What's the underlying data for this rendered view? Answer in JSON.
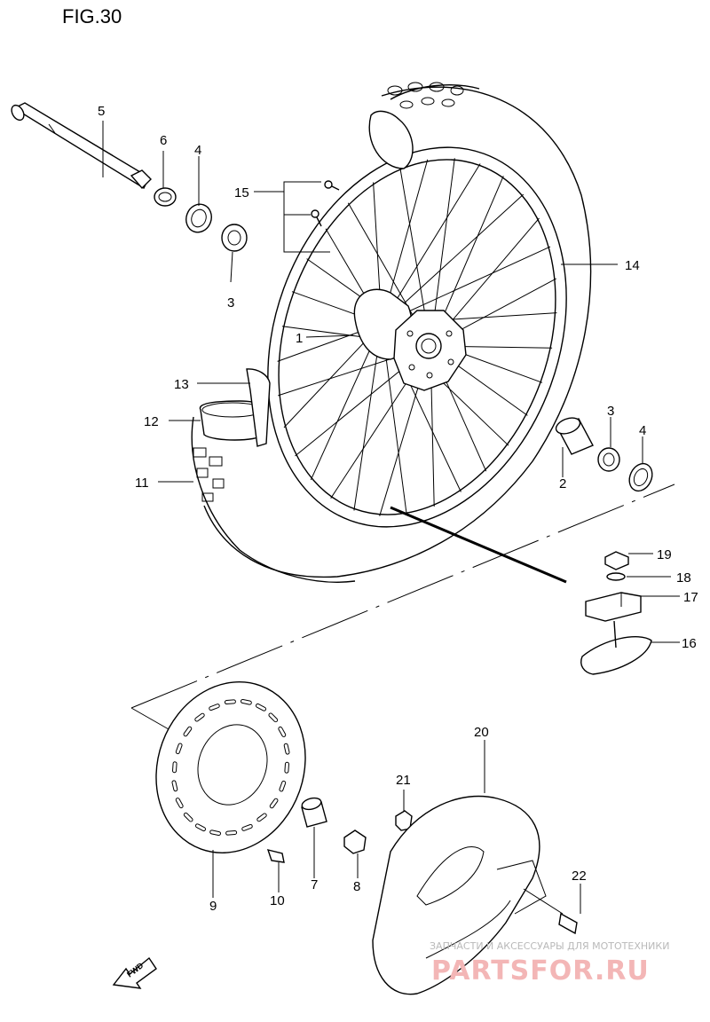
{
  "figure": {
    "title": "FIG.30"
  },
  "callouts": {
    "c1": "1",
    "c2": "2",
    "c3a": "3",
    "c3b": "3",
    "c4a": "4",
    "c4b": "4",
    "c5": "5",
    "c6": "6",
    "c7": "7",
    "c8": "8",
    "c9": "9",
    "c10": "10",
    "c11": "11",
    "c12": "12",
    "c13": "13",
    "c14": "14",
    "c15": "15",
    "c16": "16",
    "c17": "17",
    "c18": "18",
    "c19": "19",
    "c20": "20",
    "c21": "21",
    "c22": "22"
  },
  "fwd": {
    "label": "FWD"
  },
  "watermark": {
    "tagline": "ЗАПЧАСТИ И АКСЕССУАРЫ ДЛЯ МОТОТЕХНИКИ",
    "brand": "PARTSFOR.RU"
  }
}
